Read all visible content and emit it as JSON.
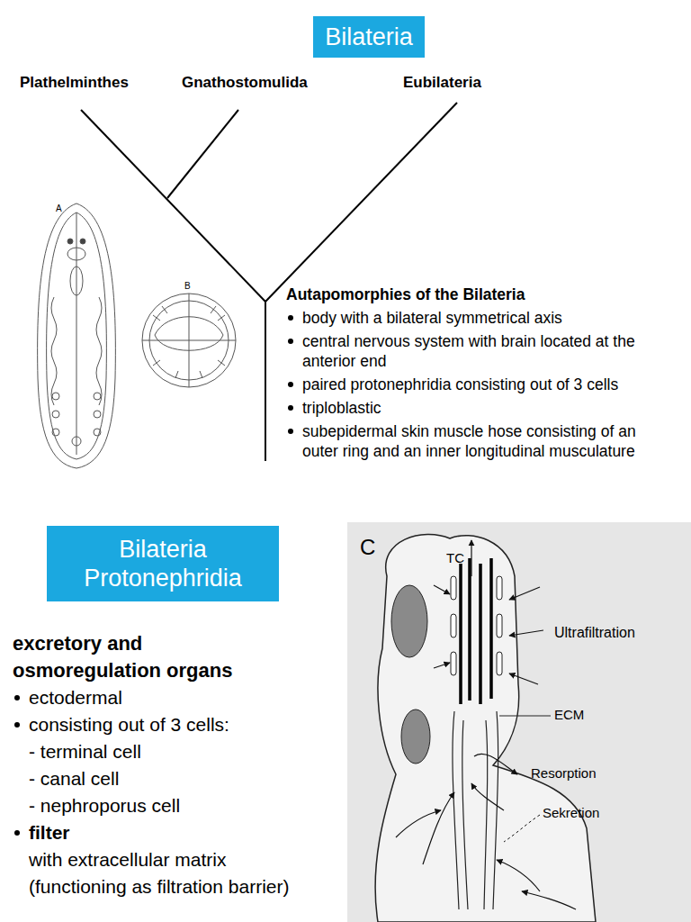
{
  "diagram": {
    "nodes": [
      {
        "text": [
          "Bilateria"
        ]
      },
      {
        "text": [
          "Bilateria Protonephridia"
        ]
      }
    ],
    "labels": [
      "Plathelminthes",
      "Gnathostomulida",
      "Eubilateria",
      "A",
      "B",
      "Autapomorphies of the Bilateria",
      "body with a bilateral symmetrical axis",
      "central nervous system with brain located at the anterior end",
      "paired protonephridia consisting out of 3 cells",
      "triploblastic",
      "subepidermal skin muscle hose consisting of an outer ring and an inner longitudinal musculature",
      "excretory and osmoregulation organs",
      "ectodermal",
      "consisting out of 3 cells:",
      "- terminal cell",
      "- canal cell",
      "- nephroporus cell",
      "filter",
      "with extracellular matrix (functioning as filtration barrier)",
      "C",
      "TC",
      "Ultrafiltration",
      "ECM",
      "Resorption",
      "Sekretion"
    ]
  }
}
